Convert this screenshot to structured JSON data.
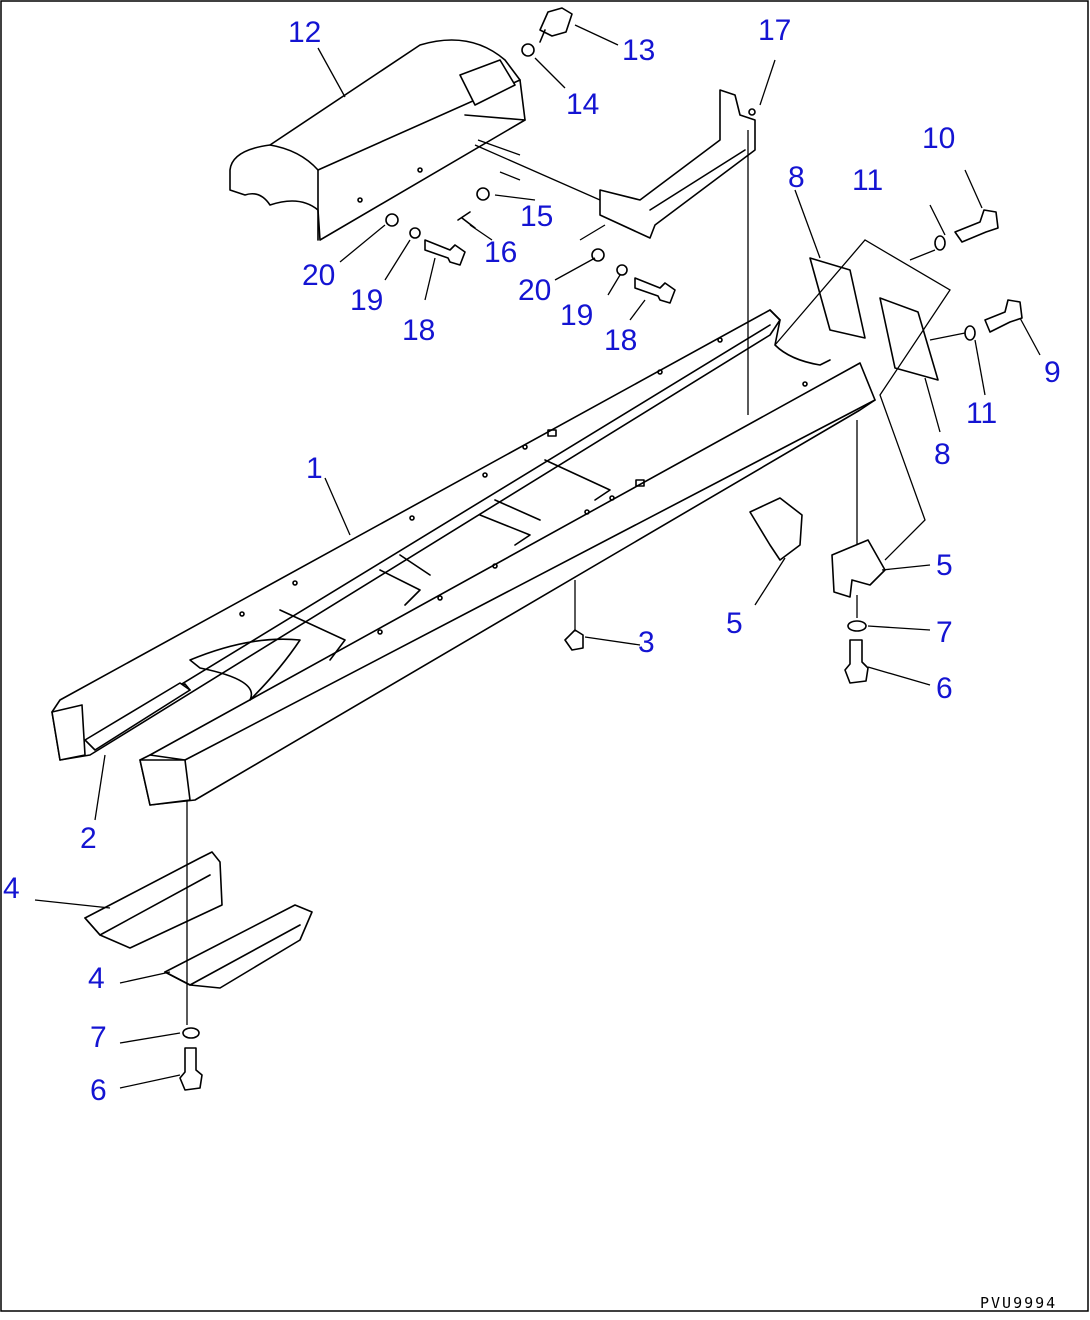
{
  "drawing_code": "PVU9994",
  "callouts": [
    {
      "id": "c1",
      "text": "1"
    },
    {
      "id": "c2",
      "text": "2"
    },
    {
      "id": "c3",
      "text": "3"
    },
    {
      "id": "c4a",
      "text": "4"
    },
    {
      "id": "c4b",
      "text": "4"
    },
    {
      "id": "c5a",
      "text": "5"
    },
    {
      "id": "c5b",
      "text": "5"
    },
    {
      "id": "c6a",
      "text": "6"
    },
    {
      "id": "c6b",
      "text": "6"
    },
    {
      "id": "c7a",
      "text": "7"
    },
    {
      "id": "c7b",
      "text": "7"
    },
    {
      "id": "c8a",
      "text": "8"
    },
    {
      "id": "c8b",
      "text": "8"
    },
    {
      "id": "c9",
      "text": "9"
    },
    {
      "id": "c10",
      "text": "10"
    },
    {
      "id": "c11a",
      "text": "11"
    },
    {
      "id": "c11b",
      "text": "11"
    },
    {
      "id": "c12",
      "text": "12"
    },
    {
      "id": "c13",
      "text": "13"
    },
    {
      "id": "c14",
      "text": "14"
    },
    {
      "id": "c15",
      "text": "15"
    },
    {
      "id": "c16",
      "text": "16"
    },
    {
      "id": "c17",
      "text": "17"
    },
    {
      "id": "c18a",
      "text": "18"
    },
    {
      "id": "c18b",
      "text": "18"
    },
    {
      "id": "c19a",
      "text": "19"
    },
    {
      "id": "c19b",
      "text": "19"
    },
    {
      "id": "c20a",
      "text": "20"
    },
    {
      "id": "c20b",
      "text": "20"
    }
  ]
}
